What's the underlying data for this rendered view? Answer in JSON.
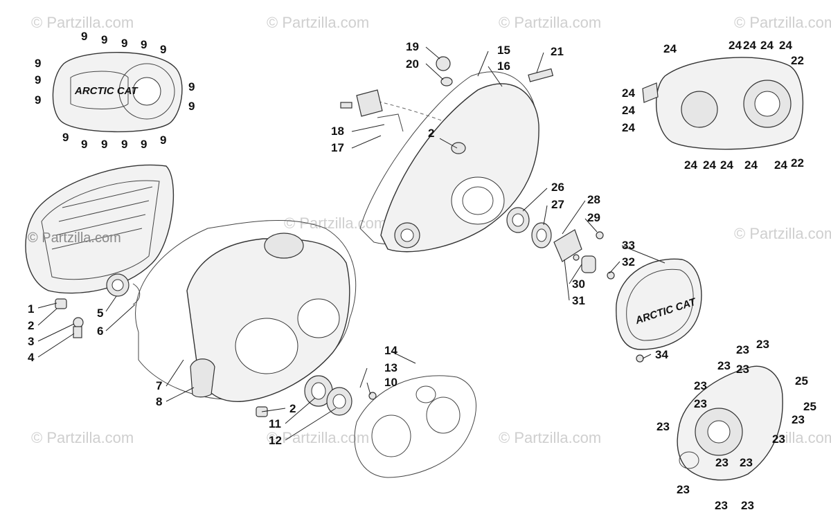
{
  "watermark": {
    "text": "© Partzilla.com",
    "overlay_text": "© Partzilla.com"
  },
  "brand": {
    "cover_top_left": "ARCTIC CAT",
    "cover_right": "ARCTIC CAT"
  },
  "callouts": [
    {
      "id": "c1",
      "num": "1"
    },
    {
      "id": "c2a",
      "num": "2"
    },
    {
      "id": "c3",
      "num": "3"
    },
    {
      "id": "c4",
      "num": "4"
    },
    {
      "id": "c5",
      "num": "5"
    },
    {
      "id": "c6",
      "num": "6"
    },
    {
      "id": "c7",
      "num": "7"
    },
    {
      "id": "c8",
      "num": "8"
    },
    {
      "id": "c2b",
      "num": "2"
    },
    {
      "id": "c11",
      "num": "11"
    },
    {
      "id": "c12",
      "num": "12"
    },
    {
      "id": "c14",
      "num": "14"
    },
    {
      "id": "c13",
      "num": "13"
    },
    {
      "id": "c10",
      "num": "10"
    },
    {
      "id": "c15",
      "num": "15"
    },
    {
      "id": "c16",
      "num": "16"
    },
    {
      "id": "c17",
      "num": "17"
    },
    {
      "id": "c18",
      "num": "18"
    },
    {
      "id": "c19",
      "num": "19"
    },
    {
      "id": "c20",
      "num": "20"
    },
    {
      "id": "c21",
      "num": "21"
    },
    {
      "id": "c2c",
      "num": "2"
    },
    {
      "id": "c26",
      "num": "26"
    },
    {
      "id": "c27",
      "num": "27"
    },
    {
      "id": "c28",
      "num": "28"
    },
    {
      "id": "c29",
      "num": "29"
    },
    {
      "id": "c30",
      "num": "30"
    },
    {
      "id": "c31",
      "num": "31"
    },
    {
      "id": "c32",
      "num": "32"
    },
    {
      "id": "c33",
      "num": "33"
    },
    {
      "id": "c34",
      "num": "34"
    },
    {
      "id": "c22a",
      "num": "22"
    },
    {
      "id": "c22b",
      "num": "22"
    },
    {
      "id": "c25a",
      "num": "25"
    },
    {
      "id": "c25b",
      "num": "25"
    }
  ],
  "repeat_labels": {
    "nine": "9",
    "twentyfour": "24",
    "twentythree": "23"
  }
}
